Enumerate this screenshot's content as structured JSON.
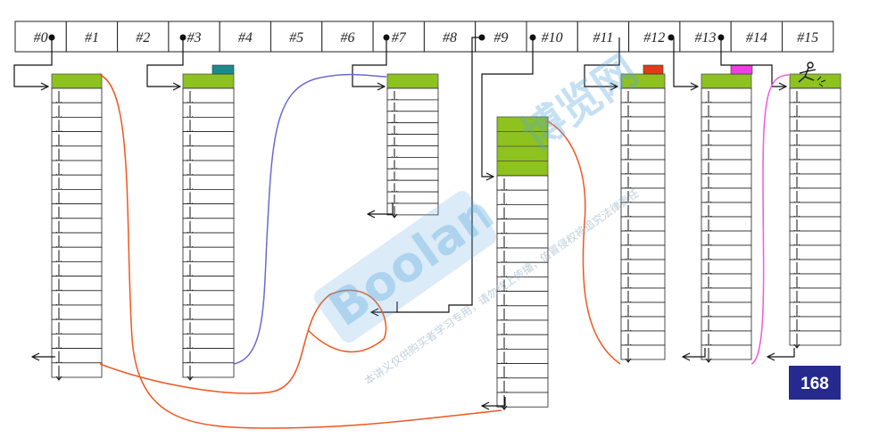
{
  "header": {
    "slots": [
      "#0",
      "#1",
      "#2",
      "#3",
      "#4",
      "#5",
      "#6",
      "#7",
      "#8",
      "#9",
      "#10",
      "#11",
      "#12",
      "#13",
      "#14",
      "#15"
    ]
  },
  "columns": [
    {
      "slot": "#0",
      "chunks": 20
    },
    {
      "slot": "#3",
      "chunks": 20
    },
    {
      "slot": "#7",
      "chunks": 11
    },
    {
      "slot": "#10",
      "chunks": 20
    },
    {
      "slot": "#12",
      "chunks": 20
    },
    {
      "slot": "#13",
      "chunks": 20
    },
    {
      "slot": "#15",
      "chunks": 20
    }
  ],
  "badge": {
    "value": "168"
  },
  "watermark": {
    "brand": "Boolan",
    "cn_name": "博览网",
    "notice": "本讲义仅供购买者学习专用，请勿线上传播，仿冒侵权将追究法律责任"
  },
  "colors": {
    "chunk_head": "#8dc21f",
    "cyan_tab": "#1b8a8f",
    "red_tab": "#e03a1a",
    "magenta_tab": "#f23ce6",
    "orange_link": "#f0561e",
    "purple_link": "#6a6ad0",
    "pink_link": "#f05ae0",
    "badge_bg": "#262a8e"
  }
}
